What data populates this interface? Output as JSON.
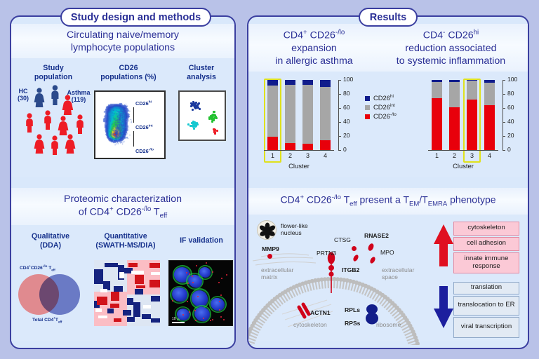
{
  "figure": {
    "background_color": "#b9c2e8",
    "panel_color": "#dbe9fb",
    "accent_color": "#2a2f96",
    "highlight_color": "#dfe11d"
  },
  "left_panel": {
    "title": "Study design and methods",
    "section1": {
      "heading_line1": "Circulating naive/memory",
      "heading_line2": "lymphocyte populations",
      "columns": [
        {
          "line1": "Study",
          "line2": "population"
        },
        {
          "line1": "CD26",
          "line2": "populations (%)"
        },
        {
          "line1": "Cluster",
          "line2": "analysis"
        }
      ],
      "study_population": {
        "hc_label_line1": "HC",
        "hc_label_line2": "(30)",
        "hc_count": 30,
        "hc_color": "#2b4a8b",
        "asthma_label_line1": "Asthma",
        "asthma_label_line2": "(119)",
        "asthma_count": 119,
        "asthma_color": "#ee1c25",
        "hc_figures": 2,
        "asthma_figures": 9
      },
      "flow_plot": {
        "gates": [
          "CD26hi",
          "CD26int",
          "CD26-/lo"
        ],
        "gate_labels": [
          {
            "base": "CD26",
            "sup": "hi"
          },
          {
            "base": "CD26",
            "sup": "int"
          },
          {
            "base": "CD26",
            "sup": "-/lo"
          }
        ]
      },
      "cluster_plot": {
        "clusters": [
          {
            "name": "cluster-1",
            "color": "#1b3a9e"
          },
          {
            "name": "cluster-2",
            "color": "#16c8d0"
          },
          {
            "name": "cluster-3",
            "color": "#22c130"
          },
          {
            "name": "cluster-4",
            "color": "#ee1c25"
          }
        ]
      }
    },
    "section2": {
      "heading_line1": "Proteomic characterization",
      "heading_line2_pre": "of CD4",
      "heading_line2_sup1": "+",
      "heading_line2_mid": " CD26",
      "heading_line2_sup2": "-/lo",
      "heading_line2_post": " T",
      "heading_line2_sub": "eff",
      "columns": [
        {
          "line1": "Qualitative",
          "line2": "(DDA)"
        },
        {
          "line1": "Quantitative",
          "line2": "(SWATH-MS/DIA)"
        },
        {
          "line1": "IF validation",
          "line2": ""
        }
      ],
      "venn": {
        "top_label": "CD4+CD26-/lo Teff",
        "bottom_label": "Total CD4+Teff",
        "left_color": "#e08a8f",
        "right_color": "#7b85c8"
      },
      "if_image": {
        "scalebar": "10 µm"
      }
    }
  },
  "right_panel": {
    "title": "Results",
    "section1": {
      "chart_left_title": [
        "CD4+ CD26-/lo",
        "expansion",
        "in allergic asthma"
      ],
      "chart_right_title": [
        "CD4- CD26hi",
        "reduction associated",
        "to systemic inflammation"
      ],
      "legend": [
        {
          "label": "CD26hi",
          "base": "CD26",
          "sup": "hi",
          "color": "#101c8c"
        },
        {
          "label": "CD26int",
          "base": "CD26",
          "sup": "int",
          "color": "#a6a6a6"
        },
        {
          "label": "CD26-/lo",
          "base": "CD26",
          "sup": "-/lo",
          "color": "#e8000b"
        }
      ],
      "x_axis_title": "Cluster",
      "y_ticks": [
        0,
        20,
        40,
        60,
        80,
        100
      ]
    },
    "section2": {
      "heading_parts": {
        "p1": "CD4",
        "s1": "+",
        "p2": " CD26",
        "s2": "-/lo",
        "p3": " T",
        "b1": "eff",
        "p4": " present a T",
        "b2": "EM",
        "p5": "/T",
        "b3": "EMRA",
        "p6": " phenotype"
      },
      "diagram": {
        "nucleus_label_line1": "flower-like",
        "nucleus_label_line2": "nucleus",
        "ecm_line1": "extracellular",
        "ecm_line2": "matrix",
        "ecs_line1": "extracellular",
        "ecs_line2": "space",
        "proteins": [
          {
            "name": "MMP9",
            "bold": true
          },
          {
            "name": "CTSG",
            "bold": false
          },
          {
            "name": "RNASE2",
            "bold": true
          },
          {
            "name": "PRTN3",
            "bold": false
          },
          {
            "name": "MPO",
            "bold": false
          },
          {
            "name": "ITGB2",
            "bold": true
          },
          {
            "name": "ACTN1",
            "bold": true
          },
          {
            "name": "RPLs",
            "bold": true
          },
          {
            "name": "RPSs",
            "bold": true
          }
        ],
        "cytoskeleton_label": "cytoskeleton",
        "ribosome_label": "ribosome",
        "upregulated": [
          "cytoskeleton",
          "cell adhesion",
          "innate immune response"
        ],
        "downregulated": [
          "translation",
          "translocation to ER",
          "viral transcription"
        ],
        "up_arrow_color": "#e01020",
        "down_arrow_color": "#1c1f9e"
      }
    }
  },
  "chart_data": [
    {
      "type": "bar",
      "id": "chart-cd4pos",
      "stacked": true,
      "title": "CD4+ CD26-/lo expansion in allergic asthma",
      "xlabel": "Cluster",
      "ylabel": "",
      "ylim": [
        0,
        100
      ],
      "categories": [
        "1",
        "2",
        "3",
        "4"
      ],
      "series": [
        {
          "name": "CD26-/lo",
          "color": "#e8000b",
          "values": [
            19,
            10,
            9,
            14
          ]
        },
        {
          "name": "CD26int",
          "color": "#a6a6a6",
          "values": [
            73,
            83,
            84,
            76
          ]
        },
        {
          "name": "CD26hi",
          "color": "#101c8c",
          "values": [
            8,
            7,
            7,
            10
          ]
        }
      ],
      "highlighted_category": "1",
      "grid": false,
      "legend_position": "right"
    },
    {
      "type": "bar",
      "id": "chart-cd4neg",
      "stacked": true,
      "title": "CD4- CD26hi reduction associated to systemic inflammation",
      "xlabel": "Cluster",
      "ylabel": "",
      "ylim": [
        0,
        100
      ],
      "categories": [
        "1",
        "2",
        "3",
        "4"
      ],
      "series": [
        {
          "name": "CD26-/lo",
          "color": "#e8000b",
          "values": [
            74,
            61,
            72,
            64
          ]
        },
        {
          "name": "CD26int",
          "color": "#a6a6a6",
          "values": [
            23,
            36,
            27,
            32
          ]
        },
        {
          "name": "CD26hi",
          "color": "#101c8c",
          "values": [
            3,
            3,
            1,
            4
          ]
        }
      ],
      "highlighted_category": "3",
      "grid": false,
      "legend_position": "shared-left"
    }
  ]
}
